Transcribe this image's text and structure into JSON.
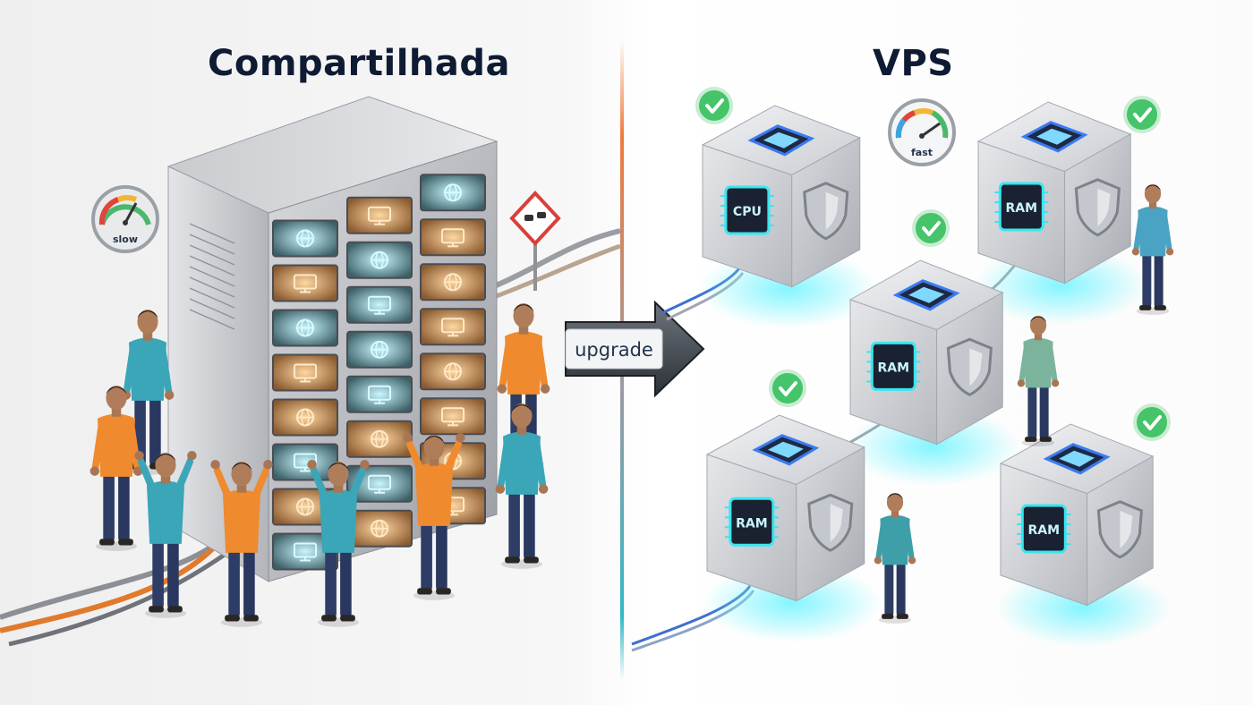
{
  "titles": {
    "left": "Compartilhada",
    "right": "VPS"
  },
  "gauges": {
    "left": "slow",
    "right": "fast"
  },
  "arrow_label": "upgrade",
  "vps_chips": [
    "CPU",
    "RAM",
    "RAM",
    "RAM",
    "RAM"
  ],
  "colors": {
    "title": "#0e1b33",
    "divider_top": "#f07a3c",
    "divider_bottom": "#2fb9c4",
    "glow_cyan": "#38e6f0",
    "glow_orange": "#ffb060",
    "check_green": "#45c46a",
    "shirt_teal": "#3aa6b8",
    "shirt_orange": "#ef8a2e"
  }
}
